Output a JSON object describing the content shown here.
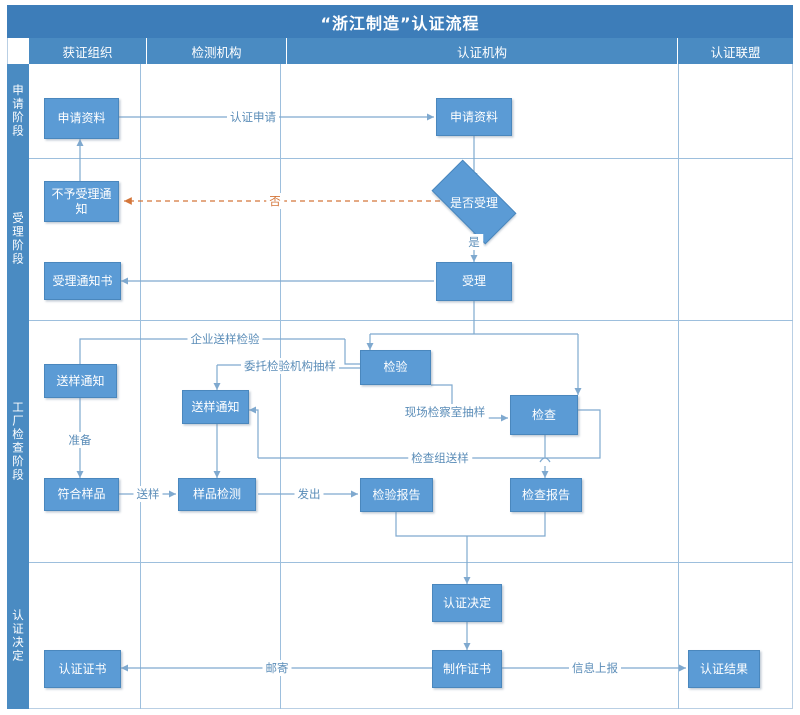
{
  "title": "“浙江制造”认证流程",
  "columns": [
    {
      "key": "org",
      "label": "获证组织"
    },
    {
      "key": "test",
      "label": "检测机构"
    },
    {
      "key": "cert",
      "label": "认证机构"
    },
    {
      "key": "alliance",
      "label": "认证联盟"
    }
  ],
  "stages": [
    {
      "key": "apply",
      "label": "申请阶段"
    },
    {
      "key": "accept",
      "label": "受理阶段"
    },
    {
      "key": "factory",
      "label": "工厂检查阶段"
    },
    {
      "key": "decision",
      "label": "认证决定"
    }
  ],
  "nodes": {
    "apply_doc_org": "申请资料",
    "apply_doc_cert": "申请资料",
    "reject_notice": "不予受理通知",
    "is_accept": "是否受理",
    "accept_notice": "受理通知书",
    "accept": "受理",
    "sample_notice_org": "送样通知",
    "sample_notice_test": "送样通知",
    "inspect": "检验",
    "check": "检查",
    "qualified_sample": "符合样品",
    "sample_test": "样品检测",
    "inspect_report": "检验报告",
    "check_report": "检查报告",
    "cert_decision": "认证决定",
    "cert_issue": "认证证书",
    "make_cert": "制作证书",
    "cert_result": "认证结果"
  },
  "edge_labels": {
    "cert_application": "认证申请",
    "no": "否",
    "yes": "是",
    "enterprise_sample": "企业送样检验",
    "entrust_sampling": "委托检验机构抽样",
    "onsite_sampling": "现场检察室抽样",
    "inspect_group_sample": "检查组送样",
    "prepare": "准备",
    "send_sample": "送样",
    "issue": "发出",
    "mail": "邮寄",
    "report_up": "信息上报"
  },
  "colors": {
    "title_bar": "#3d7db9",
    "header_bar": "#4a8bc2",
    "node_fill": "#5b9bd5",
    "line": "#7fa9cf",
    "no_line": "#d4763a"
  }
}
